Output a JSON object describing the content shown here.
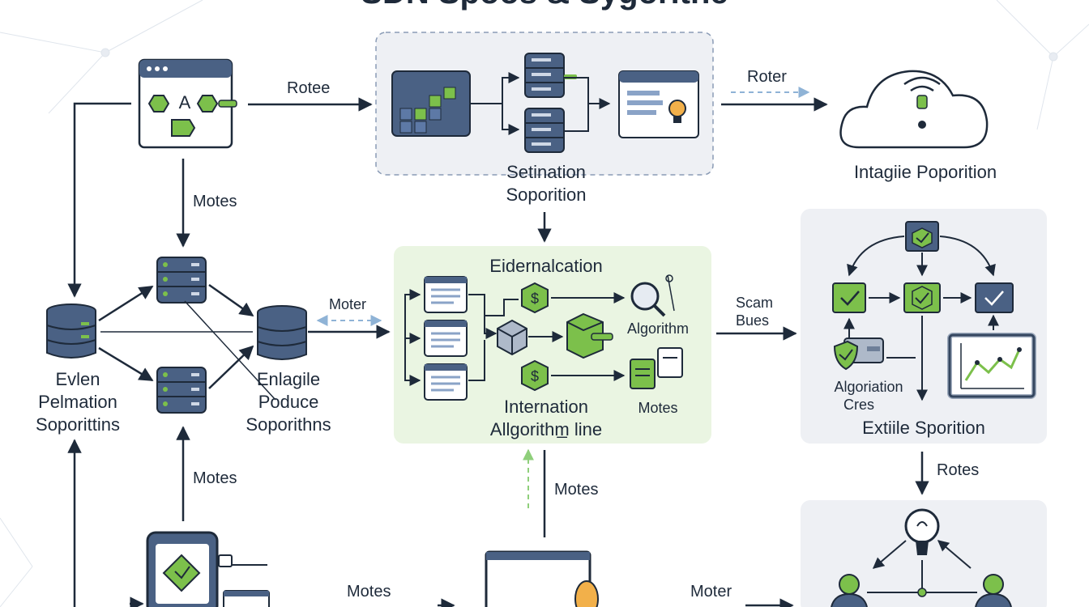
{
  "labels": {
    "title_partial": "SDN Spoos & Sygoritne",
    "rotee": "Rotee",
    "roter": "Roter",
    "motes_top": "Motes",
    "moter_mid": "Moter",
    "scam_bues_1": "Scam",
    "scam_bues_2": "Bues",
    "motes_left": "Motes",
    "motes_center": "Motes",
    "rotes_right": "Rotes",
    "motes_bottom": "Motes",
    "moter_bottom": "Moter",
    "setination_1": "Setination",
    "setination_2": "Soporition",
    "intagiie": "Intagiie Poporition",
    "eidernalcation": "Eidernalcation",
    "algorithm": "Algorithm",
    "motes_inner": "Motes",
    "internation_1": "Internation",
    "internation_2": "Allgorithm̲ line",
    "evlen_1": "Evlen",
    "evlen_2": "Pelmation",
    "evlen_3": "Soporittins",
    "enlagile_1": "Enlagile",
    "enlagile_2": "Poduce",
    "enlagile_3": "Soporithns",
    "algoriation_1": "Algoriation",
    "algoriation_2": "Cres",
    "extiile": "Extiile Sporition"
  },
  "colors": {
    "navy": "#1e2a3a",
    "slate": "#4a6184",
    "green": "#7cc04b",
    "light_green_panel": "#eaf5e2",
    "grey_panel": "#eef0f4",
    "dashed_blue": "#8fb3d6",
    "dashed_green": "#8fcf7b",
    "bulb_orange": "#f2b04a"
  },
  "icons": [
    "browser-window-icon",
    "server-stack-icon",
    "database-icon",
    "cloud-wifi-icon",
    "dollar-hex-icon",
    "cube-icon",
    "magnifier-icon",
    "document-icon",
    "checkbox-icon",
    "chart-monitor-icon",
    "lightbulb-icon",
    "shield-card-icon",
    "tablet-icon",
    "people-network-icon"
  ]
}
